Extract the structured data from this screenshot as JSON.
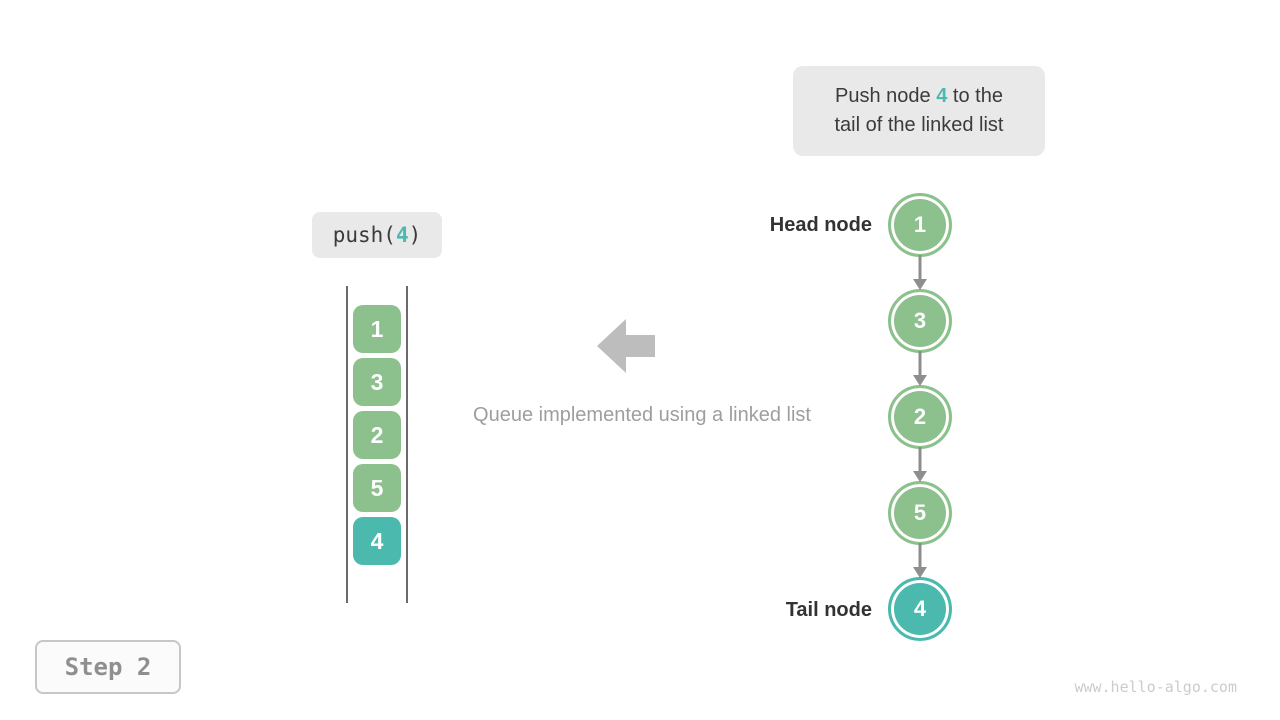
{
  "colors": {
    "green": "#8cc08c",
    "teal": "#4cb9ae",
    "bubble-bg": "#e9e9e9",
    "dark-text": "#3b3b3b",
    "gray-text": "#9e9e9e",
    "arrow-gray": "#8e8e8e",
    "block-arrow": "#bdbdbd",
    "rail-gray": "#6b6b6b",
    "step-gray": "#8f8f8f",
    "step-border": "#c7c7c7",
    "watermark-gray": "#cccccc"
  },
  "callout": {
    "line1_pre": "Push node ",
    "highlight": "4",
    "line1_post": " to the",
    "line2": "tail of the linked list"
  },
  "push_label": {
    "pre": "push(",
    "arg": "4",
    "post": ")"
  },
  "stack": {
    "items": [
      "1",
      "3",
      "2",
      "5",
      "4"
    ],
    "highlighted_item": "4"
  },
  "caption": "Queue implemented using a linked list",
  "linked_list": {
    "head_label": "Head node",
    "tail_label": "Tail node",
    "nodes": [
      "1",
      "3",
      "2",
      "5",
      "4"
    ],
    "highlighted_node": "4"
  },
  "icons": {
    "block_arrow": "left-block-arrow"
  },
  "step_badge": "Step 2",
  "watermark": "www.hello-algo.com"
}
